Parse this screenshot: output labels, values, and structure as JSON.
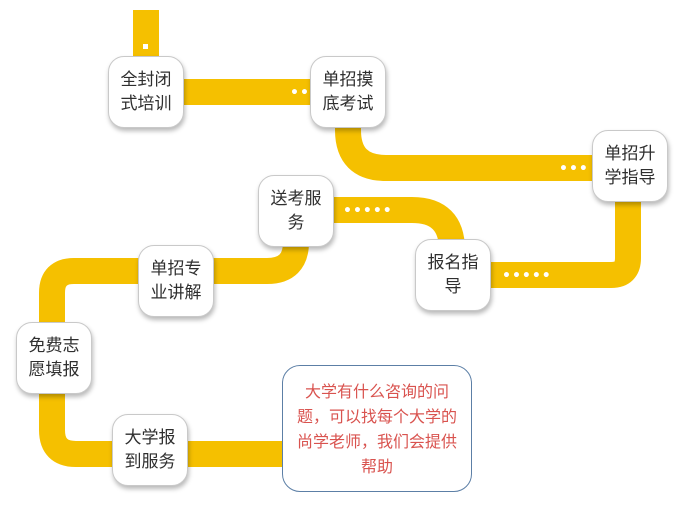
{
  "colors": {
    "path": "#f5c000",
    "step_border": "#c9c9c9",
    "note_border": "#5c7fa6",
    "note_text": "#d9534f",
    "step_text": "#2f2f2f"
  },
  "steps": [
    {
      "label": "全封闭式培训"
    },
    {
      "label": "单招摸底考试"
    },
    {
      "label": "单招升学指导"
    },
    {
      "label": "报名指导"
    },
    {
      "label": "送考服务"
    },
    {
      "label": "单招专业讲解"
    },
    {
      "label": "免费志愿填报"
    },
    {
      "label": "大学报到服务"
    }
  ],
  "note": {
    "text": "大学有什么咨询的问题，可以找每个大学的尚学老师，我们会提供帮助"
  }
}
